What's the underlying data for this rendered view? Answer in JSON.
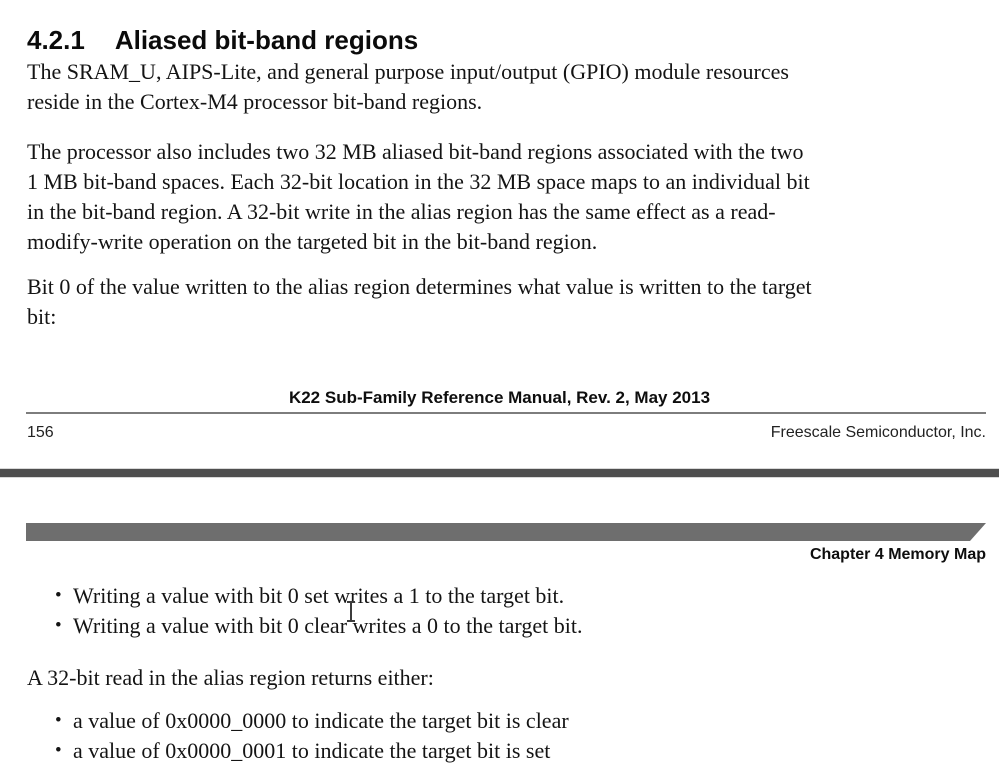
{
  "colors": {
    "page_separator_bar": "#4e4e4e",
    "chapter_header_bar": "#6e6e6e",
    "footer_rule": "#7d7d7d",
    "text": "#141414"
  },
  "page1": {
    "heading": {
      "number": "4.2.1",
      "title": "Aliased bit-band regions"
    },
    "paragraph_1": [
      "The SRAM_U, AIPS-Lite, and general purpose input/output (GPIO) module resources",
      "reside in the Cortex-M4 processor bit-band regions."
    ],
    "paragraph_2": [
      "The processor also includes two 32 MB aliased bit-band regions associated with the two",
      "1 MB bit-band spaces. Each 32-bit location in the 32 MB space maps to an individual bit",
      "in the bit-band region. A 32-bit write in the alias region has the same effect as a read-",
      "modify-write operation on the targeted bit in the bit-band region."
    ],
    "paragraph_3": [
      "Bit 0 of the value written to the alias region determines what value is written to the target",
      "bit:"
    ],
    "footer": {
      "manual_title": "K22 Sub-Family Reference Manual, Rev. 2, May 2013",
      "page_number": "156",
      "publisher": "Freescale Semiconductor, Inc."
    }
  },
  "page2": {
    "chapter_header": "Chapter 4 Memory Map",
    "bullet_glyph": "•",
    "write_bullets": [
      "Writing a value with bit 0 set writes a 1 to the target bit.",
      "Writing a value with bit 0 clear writes a 0 to the target bit."
    ],
    "read_intro": "A 32-bit read in the alias region returns either:",
    "read_bullets": [
      "a value of 0x0000_0000 to indicate the target bit is clear",
      "a value of 0x0000_0001 to indicate the target bit is set"
    ]
  }
}
